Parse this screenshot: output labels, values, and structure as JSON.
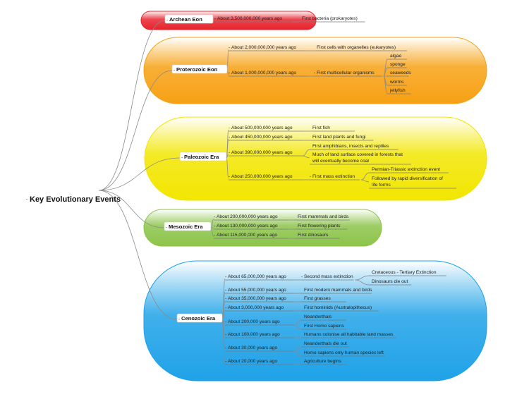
{
  "root": {
    "label": "Key Evolutionary Events"
  },
  "colors": {
    "archean": "#e8232d",
    "proterozoic": "#f7a114",
    "paleozoic": "#f2e600",
    "mesozoic": "#8cc44a",
    "cenozoic": "#1fa2e8",
    "connector": "#9a9a9a"
  },
  "eons": [
    {
      "key": "archean",
      "label": "Archean Eon",
      "events": [
        {
          "time": "About 3,500,000,000 years ago",
          "items": [
            {
              "label": "First bacteria (prokaryotes)",
              "sub": []
            }
          ]
        }
      ]
    },
    {
      "key": "proterozoic",
      "label": "Proterozoic Eon",
      "events": [
        {
          "time": "About 2,000,000,000 years ago",
          "items": [
            {
              "label": "First cells with organelles (eukaryotes)",
              "sub": []
            }
          ]
        },
        {
          "time": "About 1,000,000,000 years ago",
          "items": [
            {
              "label": "First multicellular organisms",
              "sub": [
                "algae",
                "sponge",
                "seaweeds",
                "worms",
                "jellyfish"
              ]
            }
          ]
        }
      ]
    },
    {
      "key": "paleozoic",
      "label": "Paleozoic Era",
      "events": [
        {
          "time": "About 500,000,000 years ago",
          "items": [
            {
              "label": "First fish",
              "sub": []
            }
          ]
        },
        {
          "time": "About 450,000,000 years ago",
          "items": [
            {
              "label": "First land plants and fungi",
              "sub": []
            }
          ]
        },
        {
          "time": "About 390,000,000 years ago",
          "items": [
            {
              "label": "First amphibians, insects and reptiles",
              "sub": []
            },
            {
              "label": "Much of land surface covered in forests that will eventually become coal",
              "sub": []
            }
          ]
        },
        {
          "time": "About 250,000,000 years ago",
          "items": [
            {
              "label": "First mass extinction",
              "sub": [
                "Permian-Triassic extinction event",
                "Followed by rapid diversification of life forms"
              ]
            }
          ]
        }
      ]
    },
    {
      "key": "mesozoic",
      "label": "Mesozoic Era",
      "events": [
        {
          "time": "About 200,000,000 years ago",
          "items": [
            {
              "label": "First mammals and birds",
              "sub": []
            }
          ]
        },
        {
          "time": "About 130,000,000 years ago",
          "items": [
            {
              "label": "First flowering plants",
              "sub": []
            }
          ]
        },
        {
          "time": "About 115,000,000 years ago",
          "items": [
            {
              "label": "First dinosaurs",
              "sub": []
            }
          ]
        }
      ]
    },
    {
      "key": "cenozoic",
      "label": "Cenozoic Era",
      "events": [
        {
          "time": "About 65,000,000 years ago",
          "items": [
            {
              "label": "Second mass extinction",
              "sub": [
                "Cretaceous - Tertiary Extinction",
                "Dinosaurs die out"
              ]
            }
          ]
        },
        {
          "time": "About 55,000,000 years ago",
          "items": [
            {
              "label": "First modern mammals and birds",
              "sub": []
            }
          ]
        },
        {
          "time": "About 35,000,000 years ago",
          "items": [
            {
              "label": "First grasses",
              "sub": []
            }
          ]
        },
        {
          "time": "About 3,000,000 years ago",
          "items": [
            {
              "label": "First hominids (Australopithecus)",
              "sub": []
            }
          ]
        },
        {
          "time": "About 200,000 years ago",
          "items": [
            {
              "label": "Neanderthals",
              "sub": []
            },
            {
              "label": "First Homo sapiens",
              "sub": []
            }
          ]
        },
        {
          "time": "About 100,000 years ago",
          "items": [
            {
              "label": "Humans colonise all habitable land masses",
              "sub": []
            }
          ]
        },
        {
          "time": "About 30,000 years ago",
          "items": [
            {
              "label": "Neanderthals die out",
              "sub": []
            },
            {
              "label": "Homo sapiens only human species left",
              "sub": []
            }
          ]
        },
        {
          "time": "About 20,000 years ago",
          "items": [
            {
              "label": "Agriculture begins",
              "sub": []
            }
          ]
        }
      ]
    }
  ]
}
